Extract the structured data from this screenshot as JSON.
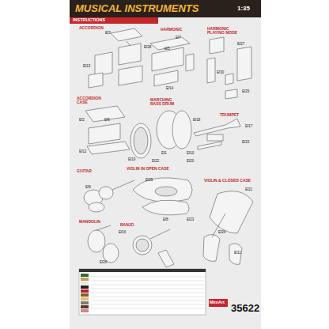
{
  "diagram": {
    "title": "MUSICAL INSTRUMENTS",
    "labels": [
      "INSTRUCTIONS",
      "ACCORDION",
      "HARMONIC",
      "HARMONIC PLAYING MODE",
      "ACCORDION CASE",
      "MARCHING BASS DRUM",
      "TRUMPET",
      "GUITAR",
      "VIOLIN IN OPEN CASE",
      "VIOLIN & CLOSED CASE",
      "MANDOLIN",
      "BANJO",
      "35622",
      "MiniArt",
      "1:35",
      "Ef3",
      "Ef28",
      "Ef13",
      "Ef5",
      "Ef7",
      "Ef27",
      "Ef14",
      "Ef30",
      "Ef29",
      "Ef2",
      "Ef6",
      "Ef12",
      "Ef19",
      "Ef1",
      "Ef22",
      "Ef10",
      "Ef20",
      "Ef17",
      "Ef15",
      "Ef18",
      "Ef9",
      "Ef25",
      "Ef8",
      "Ef16",
      "Ef26",
      "Ef24",
      "Ef23",
      "Ef21",
      "Ef11"
    ]
  }
}
